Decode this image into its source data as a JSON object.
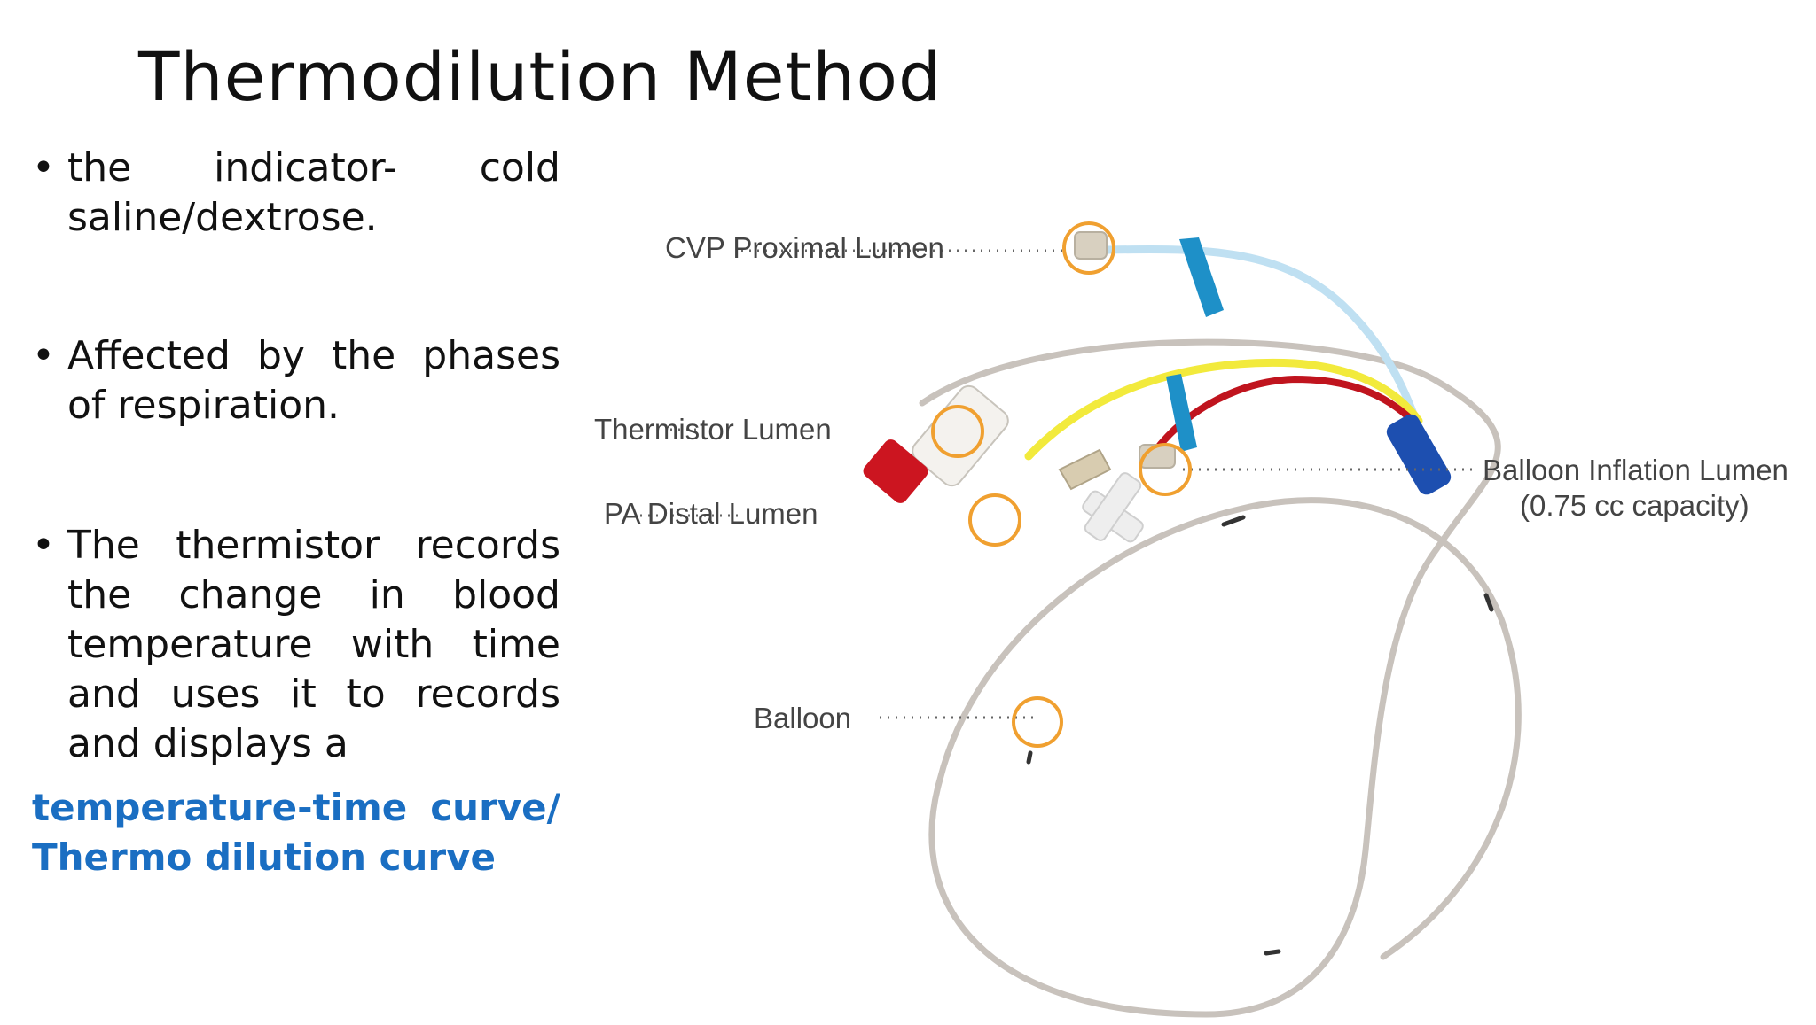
{
  "slide": {
    "title": "Thermodilution Method",
    "bullets": [
      {
        "marker": "•",
        "text": " the indicator- cold saline/dextrose."
      },
      {
        "marker": "•",
        "text": "Affected by the phases of respiration."
      },
      {
        "marker": "•",
        "text": "The thermistor records the change in blood temperature with time and uses it to records and displays a"
      }
    ],
    "highlight": " temperature-time curve/ Thermo dilution curve"
  },
  "diagram": {
    "labels": {
      "cvp": "CVP Proximal Lumen",
      "thermistor": "Thermistor Lumen",
      "pa_distal": "PA Distal Lumen",
      "balloon": "Balloon",
      "balloon_inflation": "Balloon Inflation Lumen",
      "balloon_capacity": "(0.75 cc capacity)"
    },
    "colors": {
      "highlight_text": "#1a6ec2",
      "callout_ring": "#f0a030",
      "catheter": "#c8c2bc",
      "cvp_line": "#bfe0f2",
      "thermistor_line": "#f2ea3c",
      "pa_line": "#c0141e",
      "clamp_blue": "#1e90c8",
      "hub_blue": "#1d4fb0",
      "cap_red": "#cc1520"
    }
  }
}
